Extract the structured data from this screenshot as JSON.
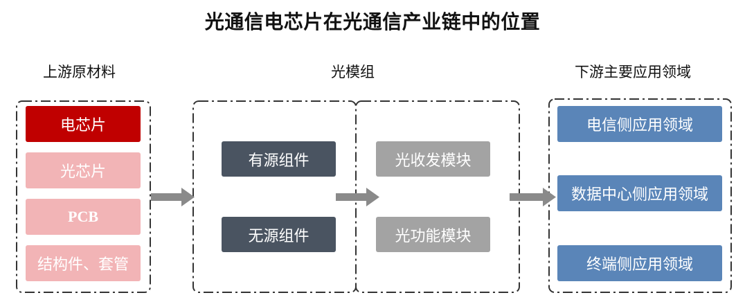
{
  "title": "光通信电芯片在光通信产业链中的位置",
  "upstream": {
    "label": "上游原材料",
    "items": [
      "电芯片",
      "光芯片",
      "PCB",
      "结构件、套管"
    ]
  },
  "module": {
    "label": "光模组",
    "left_items": [
      "有源组件",
      "无源组件"
    ],
    "right_items": [
      "光收发模块",
      "光功能模块"
    ]
  },
  "downstream": {
    "label": "下游主要应用领域",
    "items": [
      "电信侧应用领域",
      "数据中心侧应用领域",
      "终端侧应用领域"
    ]
  },
  "colors": {
    "highlight": "#c00000",
    "upstream_muted": "#f2b4b6",
    "module_dark": "#4a5461",
    "module_gray": "#a3a3a3",
    "downstream": "#5a85b8",
    "arrow": "#8a8a8a"
  }
}
